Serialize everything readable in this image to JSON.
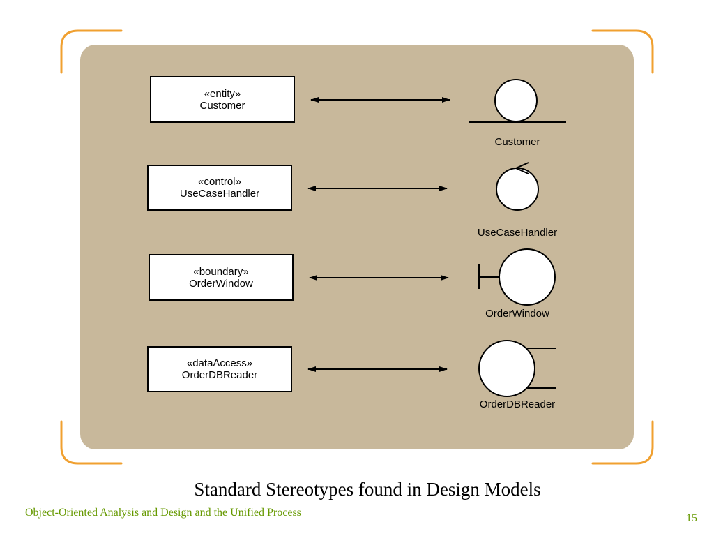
{
  "diagram": {
    "rows": [
      {
        "stereotype": "«entity»",
        "class_name": "Customer",
        "icon": "entity-icon",
        "icon_label": "Customer"
      },
      {
        "stereotype": "«control»",
        "class_name": "UseCaseHandler",
        "icon": "control-icon",
        "icon_label": "UseCaseHandler"
      },
      {
        "stereotype": "«boundary»",
        "class_name": "OrderWindow",
        "icon": "boundary-icon",
        "icon_label": "OrderWindow"
      },
      {
        "stereotype": "«dataAccess»",
        "class_name": "OrderDBReader",
        "icon": "data-access-icon",
        "icon_label": "OrderDBReader"
      }
    ]
  },
  "slide": {
    "caption": "Standard Stereotypes found in Design Models",
    "footer": "Object-Oriented Analysis and Design and the Unified Process",
    "page_number": "15"
  },
  "colors": {
    "panel": "#c8b89b",
    "corner_brackets": "#f0a030",
    "footer_text": "#669900"
  }
}
